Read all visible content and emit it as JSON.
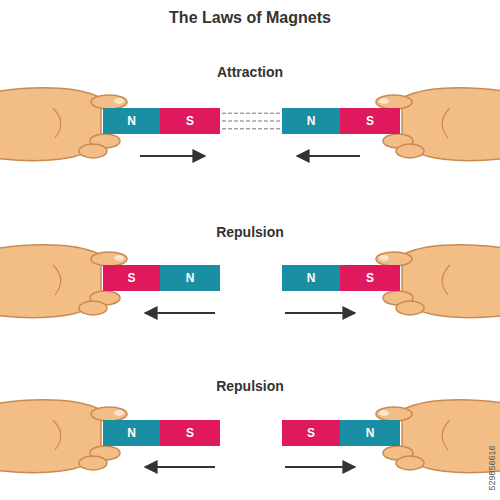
{
  "diagram": {
    "title": "The Laws of Magnets",
    "nodes": [
      {
        "text": [
          "N"
        ]
      },
      {
        "text": [
          "S"
        ]
      },
      {
        "text": [
          "N"
        ]
      },
      {
        "text": [
          "S"
        ]
      },
      {
        "text": [
          "S"
        ]
      },
      {
        "text": [
          "N"
        ]
      },
      {
        "text": [
          "N"
        ]
      },
      {
        "text": [
          "S"
        ]
      },
      {
        "text": [
          "N"
        ]
      },
      {
        "text": [
          "S"
        ]
      },
      {
        "text": [
          "S"
        ]
      },
      {
        "text": [
          "N"
        ]
      }
    ],
    "edges": [
      {
        "from": 1,
        "to": 2,
        "arrow": "none"
      }
    ],
    "labels": [
      "Attraction",
      "Repulsion",
      "Repulsion",
      "529856616"
    ]
  }
}
